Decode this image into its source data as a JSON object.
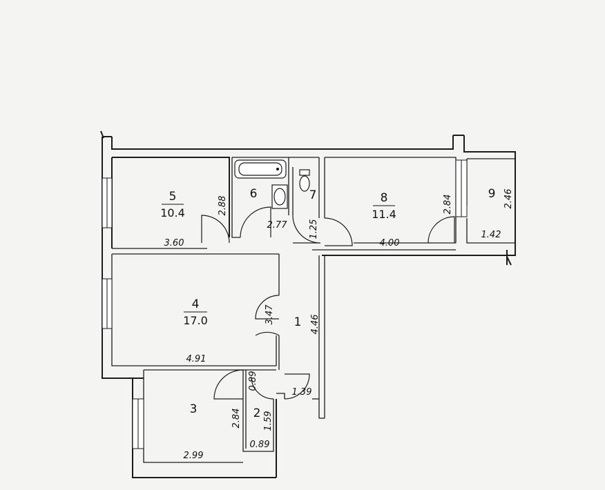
{
  "rooms": [
    {
      "id": "1",
      "number": "1",
      "area": ""
    },
    {
      "id": "2",
      "number": "2",
      "area": ""
    },
    {
      "id": "3",
      "number": "3",
      "area": ""
    },
    {
      "id": "4",
      "number": "4",
      "area": "17.0"
    },
    {
      "id": "5",
      "number": "5",
      "area": "10.4"
    },
    {
      "id": "6",
      "number": "6",
      "area": ""
    },
    {
      "id": "7",
      "number": "7",
      "area": ""
    },
    {
      "id": "8",
      "number": "8",
      "area": "11.4"
    },
    {
      "id": "9",
      "number": "9",
      "area": ""
    }
  ],
  "dimensions": {
    "room5_width": "3.60",
    "room5_depth": "2.88",
    "room6_width": "2.77",
    "room7_width": "1.25",
    "room8_width": "4.00",
    "room8_depth": "2.84",
    "room9_width": "1.42",
    "room9_depth": "2.46",
    "room4_width": "4.91",
    "room4_depth": "3.47",
    "hall_length": "4.46",
    "hall_width": "1.39",
    "room2_top": "0.89",
    "room2_depth": "1.59",
    "room2_width": "0.89",
    "room3_depth": "2.84",
    "room3_width": "2.99"
  }
}
